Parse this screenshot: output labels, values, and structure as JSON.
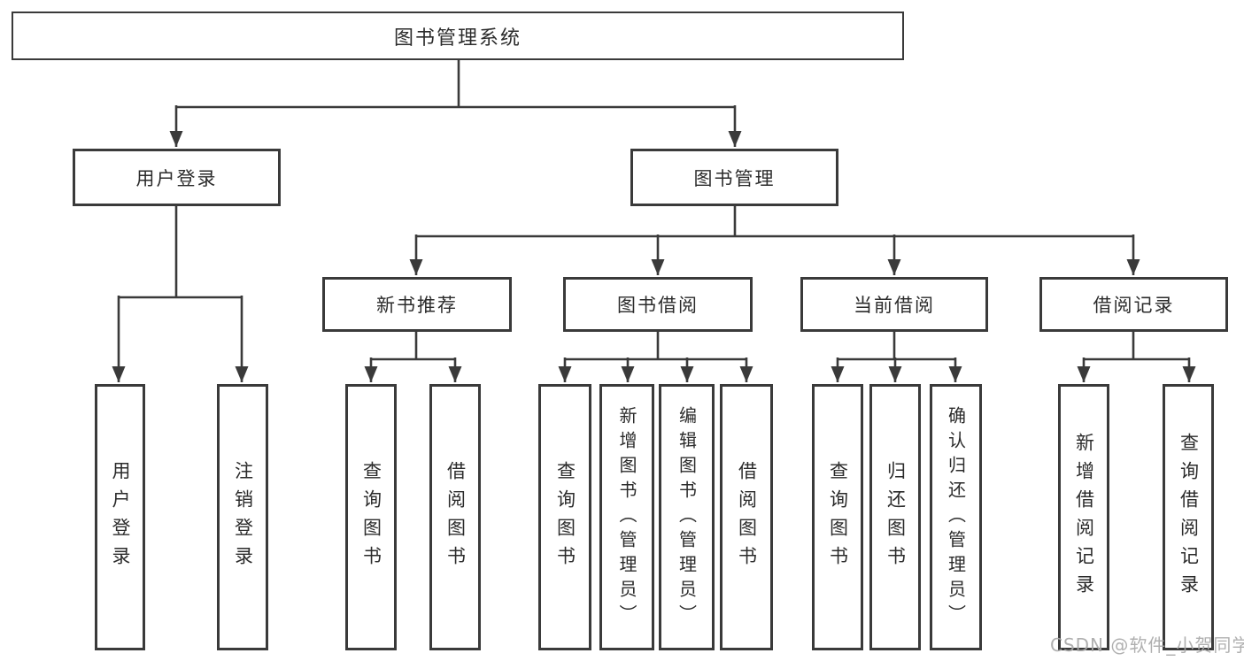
{
  "diagram": {
    "nodes": {
      "root": {
        "label": "图书管理系统"
      },
      "user_login": {
        "label": "用户登录"
      },
      "book_mgmt": {
        "label": "图书管理"
      },
      "new_book_rec": {
        "label": "新书推荐"
      },
      "book_borrow": {
        "label": "图书借阅"
      },
      "current_borrow": {
        "label": "当前借阅"
      },
      "borrow_record": {
        "label": "借阅记录"
      },
      "leaf_user_login": {
        "label": "用户登录"
      },
      "leaf_logout": {
        "label": "注销登录"
      },
      "leaf_rec_query": {
        "label": "查询图书"
      },
      "leaf_rec_borrow": {
        "label": "借阅图书"
      },
      "leaf_bb_query": {
        "label": "查询图书"
      },
      "leaf_bb_add": {
        "label": "新增图书（管理员）"
      },
      "leaf_bb_edit": {
        "label": "编辑图书（管理员）"
      },
      "leaf_bb_borrow": {
        "label": "借阅图书"
      },
      "leaf_cb_query": {
        "label": "查询图书"
      },
      "leaf_cb_return": {
        "label": "归还图书"
      },
      "leaf_cb_confirm": {
        "label": "确认归还（管理员）"
      },
      "leaf_br_add": {
        "label": "新增借阅记录"
      },
      "leaf_br_query": {
        "label": "查询借阅记录"
      }
    },
    "watermark": "CSDN @软件_小贺同学",
    "colors": {
      "line": "#3a3a3a",
      "box_background": "#ffffff",
      "text": "#2b2b2b",
      "watermark": "#a8a8a8"
    }
  }
}
